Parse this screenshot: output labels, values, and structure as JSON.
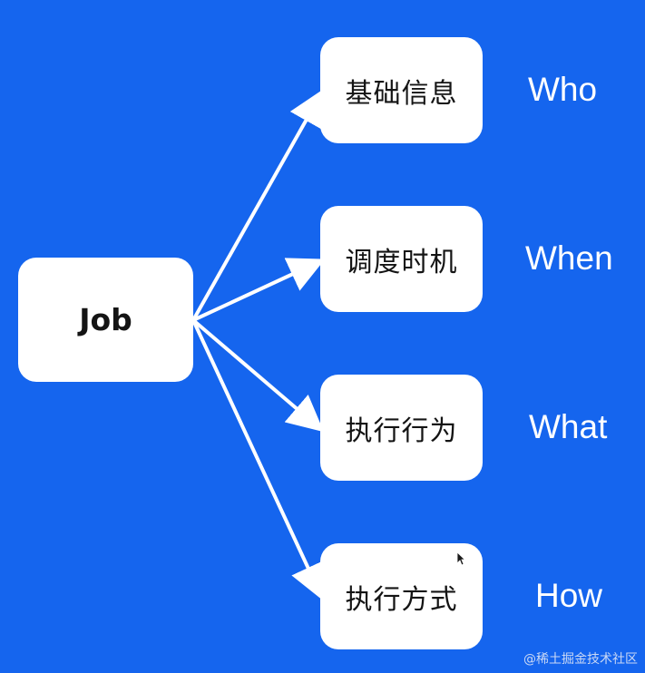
{
  "diagram": {
    "root": {
      "label": "Job"
    },
    "branches": [
      {
        "label": "基础信息",
        "side_label": "Who"
      },
      {
        "label": "调度时机",
        "side_label": "When"
      },
      {
        "label": "执行行为",
        "side_label": "What"
      },
      {
        "label": "执行方式",
        "side_label": "How"
      }
    ]
  },
  "watermark": "@稀土掘金技术社区",
  "colors": {
    "background": "#1565ee",
    "box": "#ffffff",
    "text_dark": "#141414",
    "text_light": "#ffffff",
    "arrow": "#ffffff"
  }
}
